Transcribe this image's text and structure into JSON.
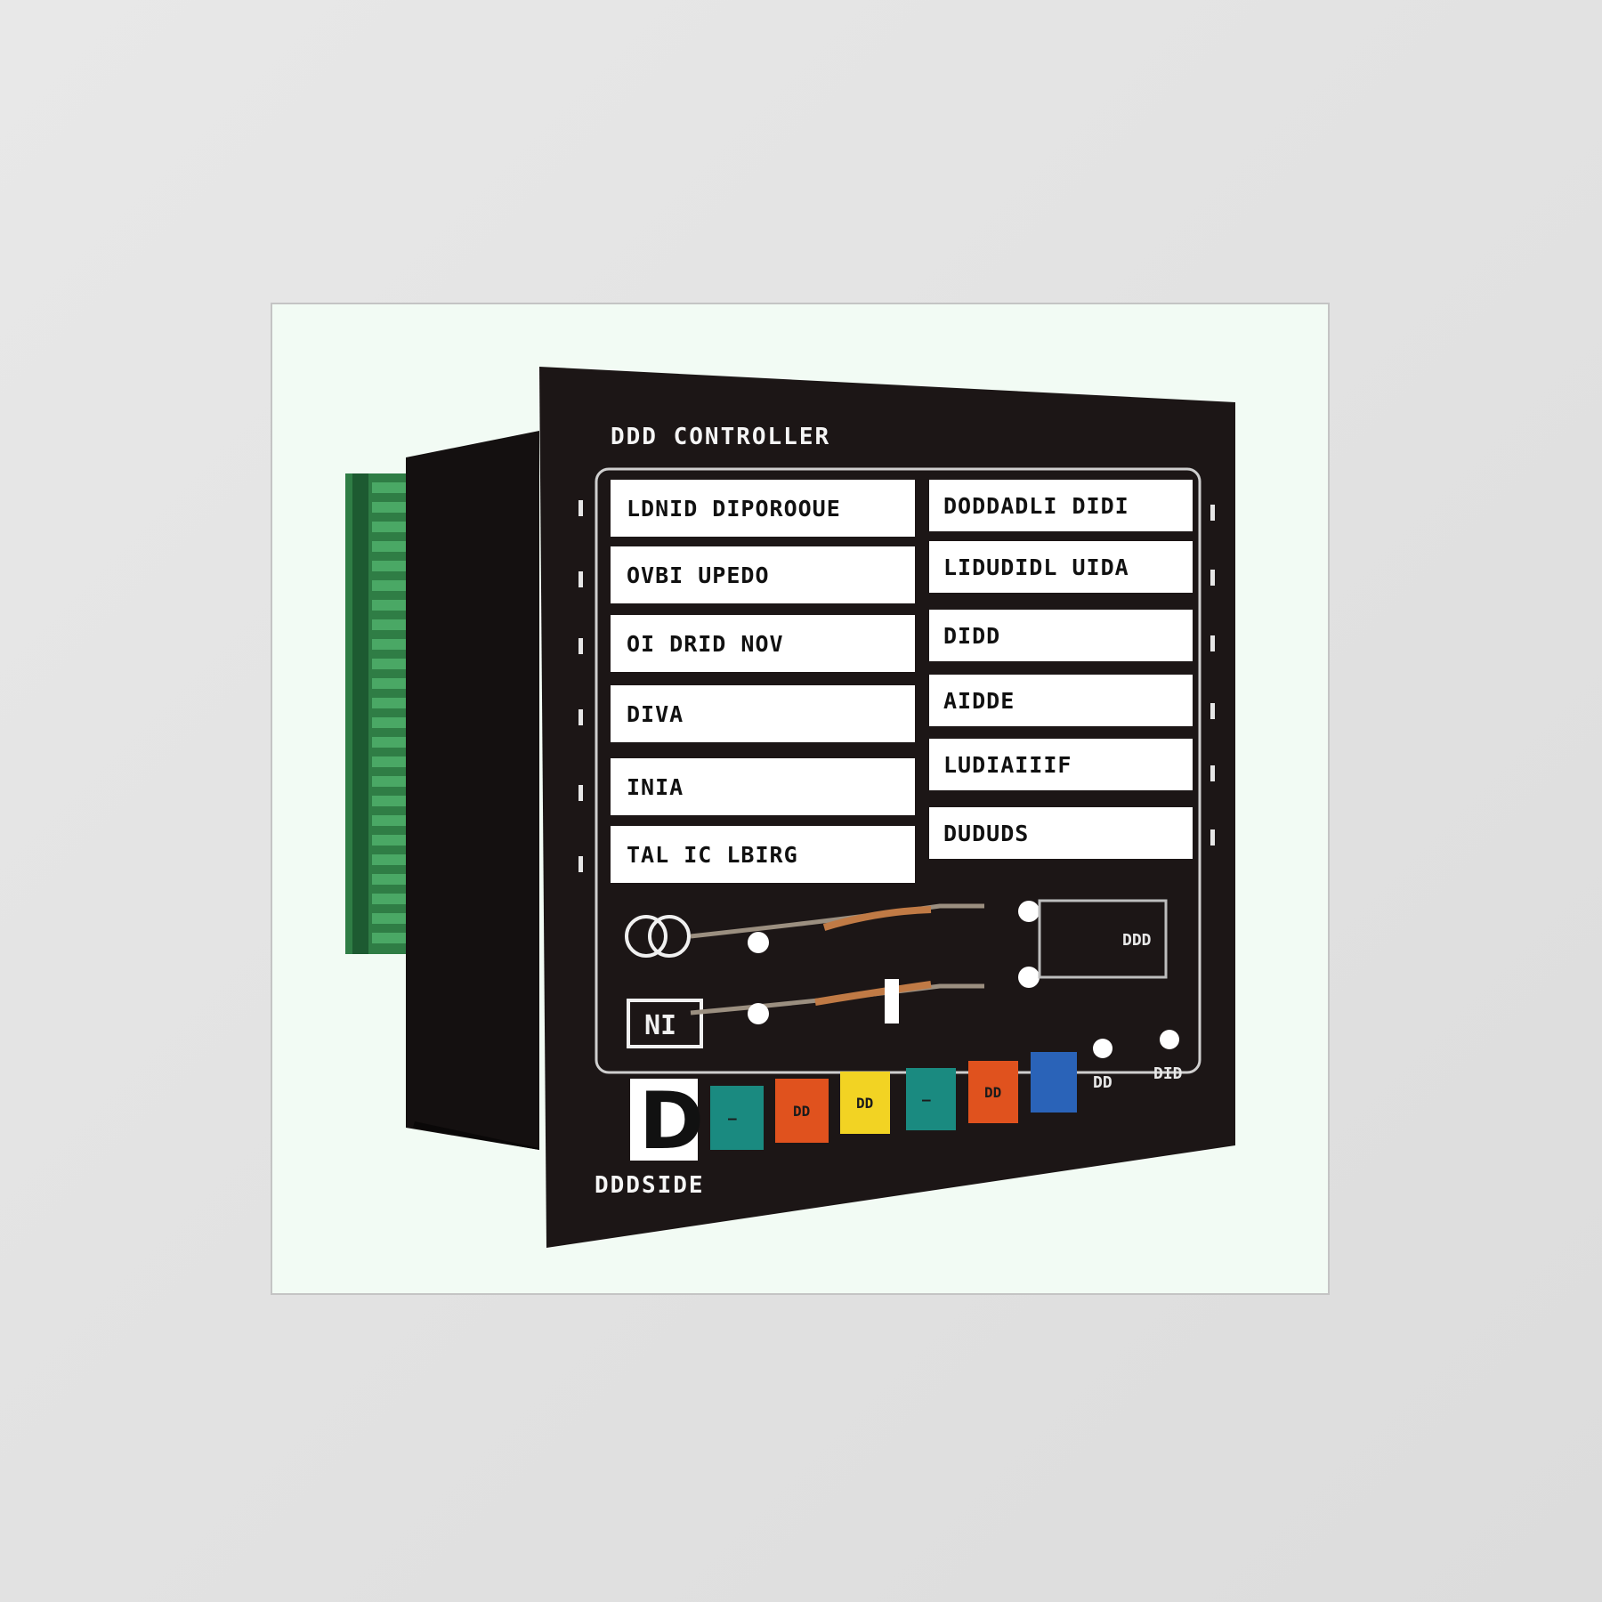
{
  "device": {
    "title": "DDD CONTROLLER",
    "brand": "DDDSIDE",
    "logo_letter": "D",
    "body_color": "#1c1616",
    "pcb_color": "#2f7d45"
  },
  "labels_left": [
    "LDNID DIPOROOUE",
    "OVBI UPEDO",
    "OI DRID NOV",
    "DIVA",
    "INIA",
    "TAL IC LBIRG"
  ],
  "labels_right": [
    "DODDADLI DIDI",
    "LIDUDIDL UIDA",
    "DIDD",
    "AIDDE",
    "LUDIAIIIF",
    "DUDUDS"
  ],
  "status_readout": "DDD",
  "buttons": [
    {
      "name": "teal-button-1",
      "color": "#1a8a80",
      "label": "—"
    },
    {
      "name": "orange-button-1",
      "color": "#e0521e",
      "label": "DD"
    },
    {
      "name": "yellow-button",
      "color": "#f2d323",
      "label": "DD"
    },
    {
      "name": "teal-button-2",
      "color": "#1a8a80",
      "label": "—"
    },
    {
      "name": "orange-button-2",
      "color": "#e0521e",
      "label": "DD"
    },
    {
      "name": "blue-button",
      "color": "#2a63b8",
      "label": ""
    }
  ],
  "indicator_labels": [
    "DD",
    "DID"
  ]
}
